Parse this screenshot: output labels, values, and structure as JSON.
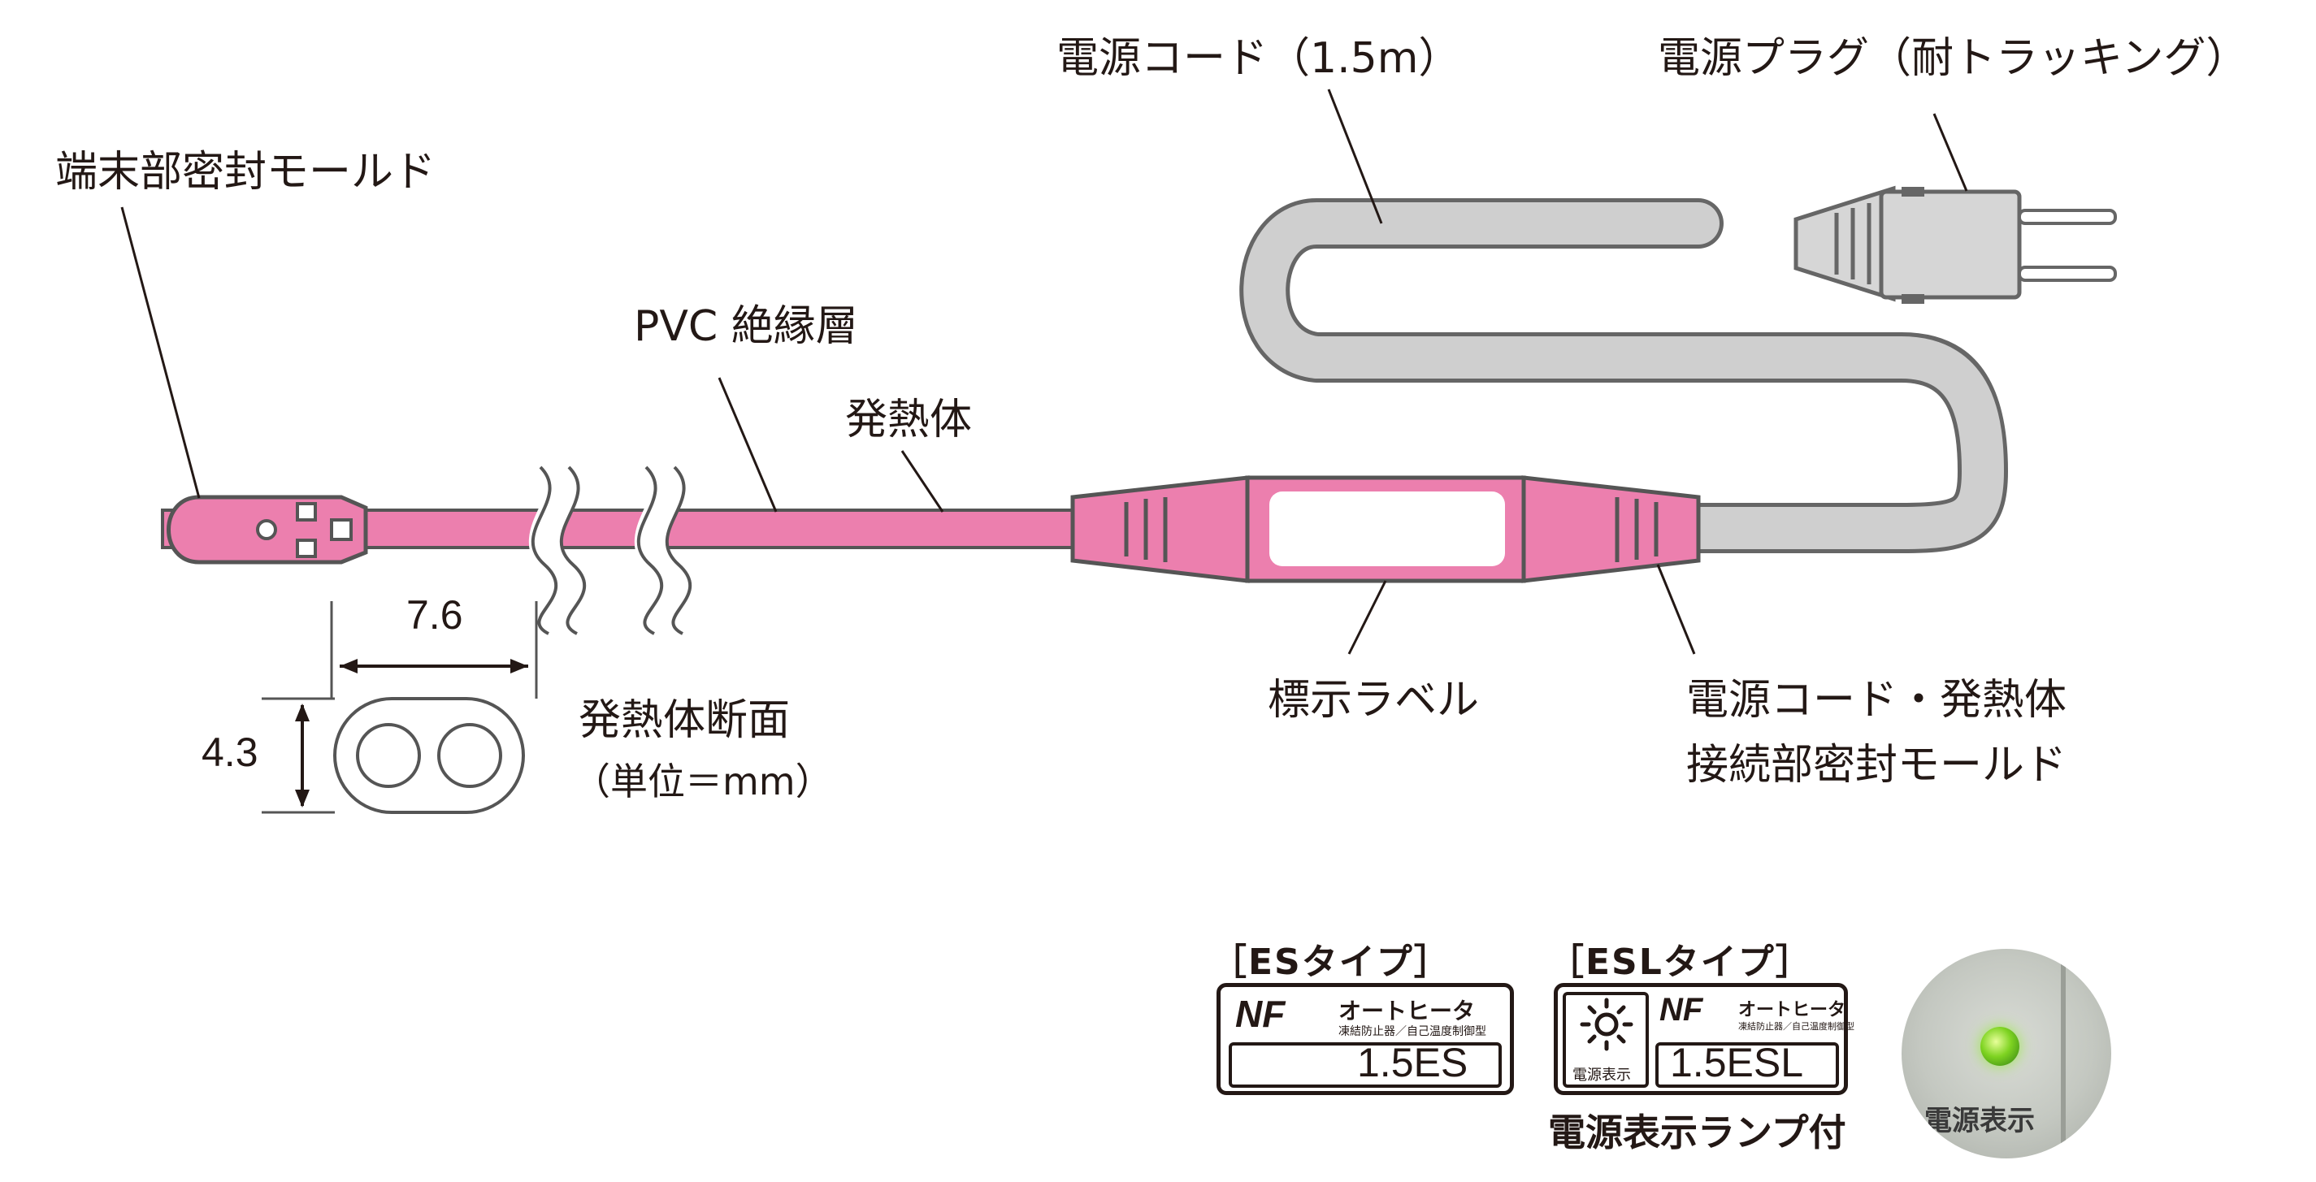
{
  "labels": {
    "end_mold": "端末部密封モールド",
    "pvc_layer": "PVC 絶縁層",
    "heater": "発熱体",
    "power_cord": "電源コード（1.5m）",
    "power_plug": "電源プラグ（耐トラッキング）",
    "display_label": "標示ラベル",
    "joint_mold_line1": "電源コード・発熱体",
    "joint_mold_line2": "接続部密封モールド"
  },
  "cross_section": {
    "width_value": "7.6",
    "height_value": "4.3",
    "title": "発熱体断面",
    "unit": "（単位＝mm）"
  },
  "badges": [
    {
      "type_label": "［ESタイプ］",
      "logo": "NF",
      "brand": "オートヒータ",
      "subtext": "凍結防止器／自己温度制御型",
      "model": "1.5ES"
    },
    {
      "type_label": "［ESLタイプ］",
      "lamp_caption": "電源表示",
      "logo": "NF",
      "brand": "オートヒータ",
      "subtext": "凍結防止器／自己温度制御型",
      "model": "1.5ESL",
      "note": "電源表示ランプ付"
    }
  ],
  "photo": {
    "caption": "電源表示"
  },
  "colors": {
    "heater_pink": "#EC7FAE",
    "cord_gray": "#CFCFCF",
    "outline": "#555555",
    "led_green": "#7ED321"
  }
}
